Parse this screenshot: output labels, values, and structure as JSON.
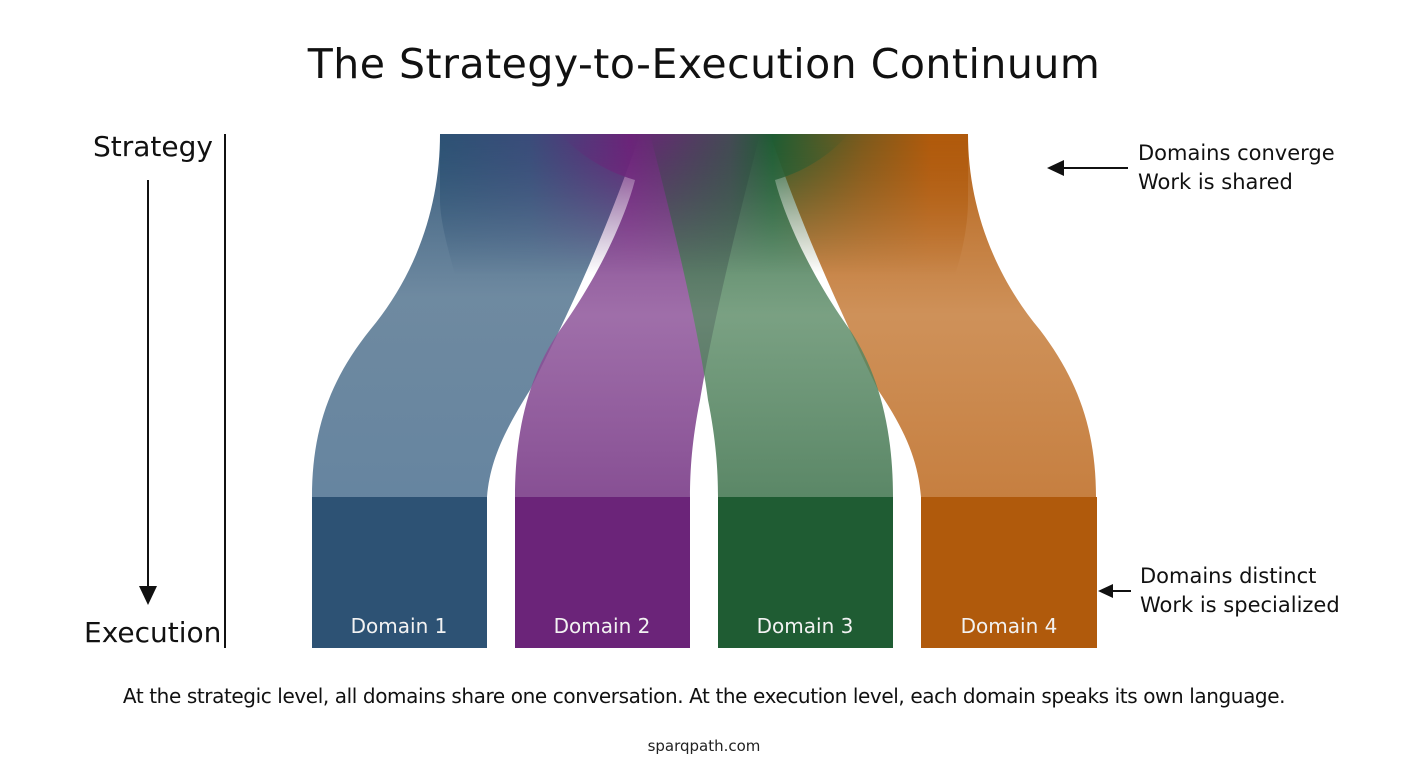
{
  "title": "The Strategy-to-Execution Continuum",
  "axis": {
    "top_label": "Strategy",
    "bottom_label": "Execution",
    "direction": "down"
  },
  "annotations": {
    "top": {
      "line1": "Domains converge",
      "line2": "Work is shared"
    },
    "bottom": {
      "line1": "Domains distinct",
      "line2": "Work is specialized"
    }
  },
  "domains": [
    {
      "label": "Domain 1",
      "color": "#2d5274",
      "light_color": "#6d8aa4"
    },
    {
      "label": "Domain 2",
      "color": "#6b2479",
      "light_color": "#9a63a4"
    },
    {
      "label": "Domain 3",
      "color": "#1f5c33",
      "light_color": "#5f8c69"
    },
    {
      "label": "Domain 4",
      "color": "#b05a0c",
      "light_color": "#cd8a4f"
    }
  ],
  "caption": "At the strategic level, all domains share one conversation. At the execution level, each domain speaks its own language.",
  "footer": "sparqpath.com"
}
